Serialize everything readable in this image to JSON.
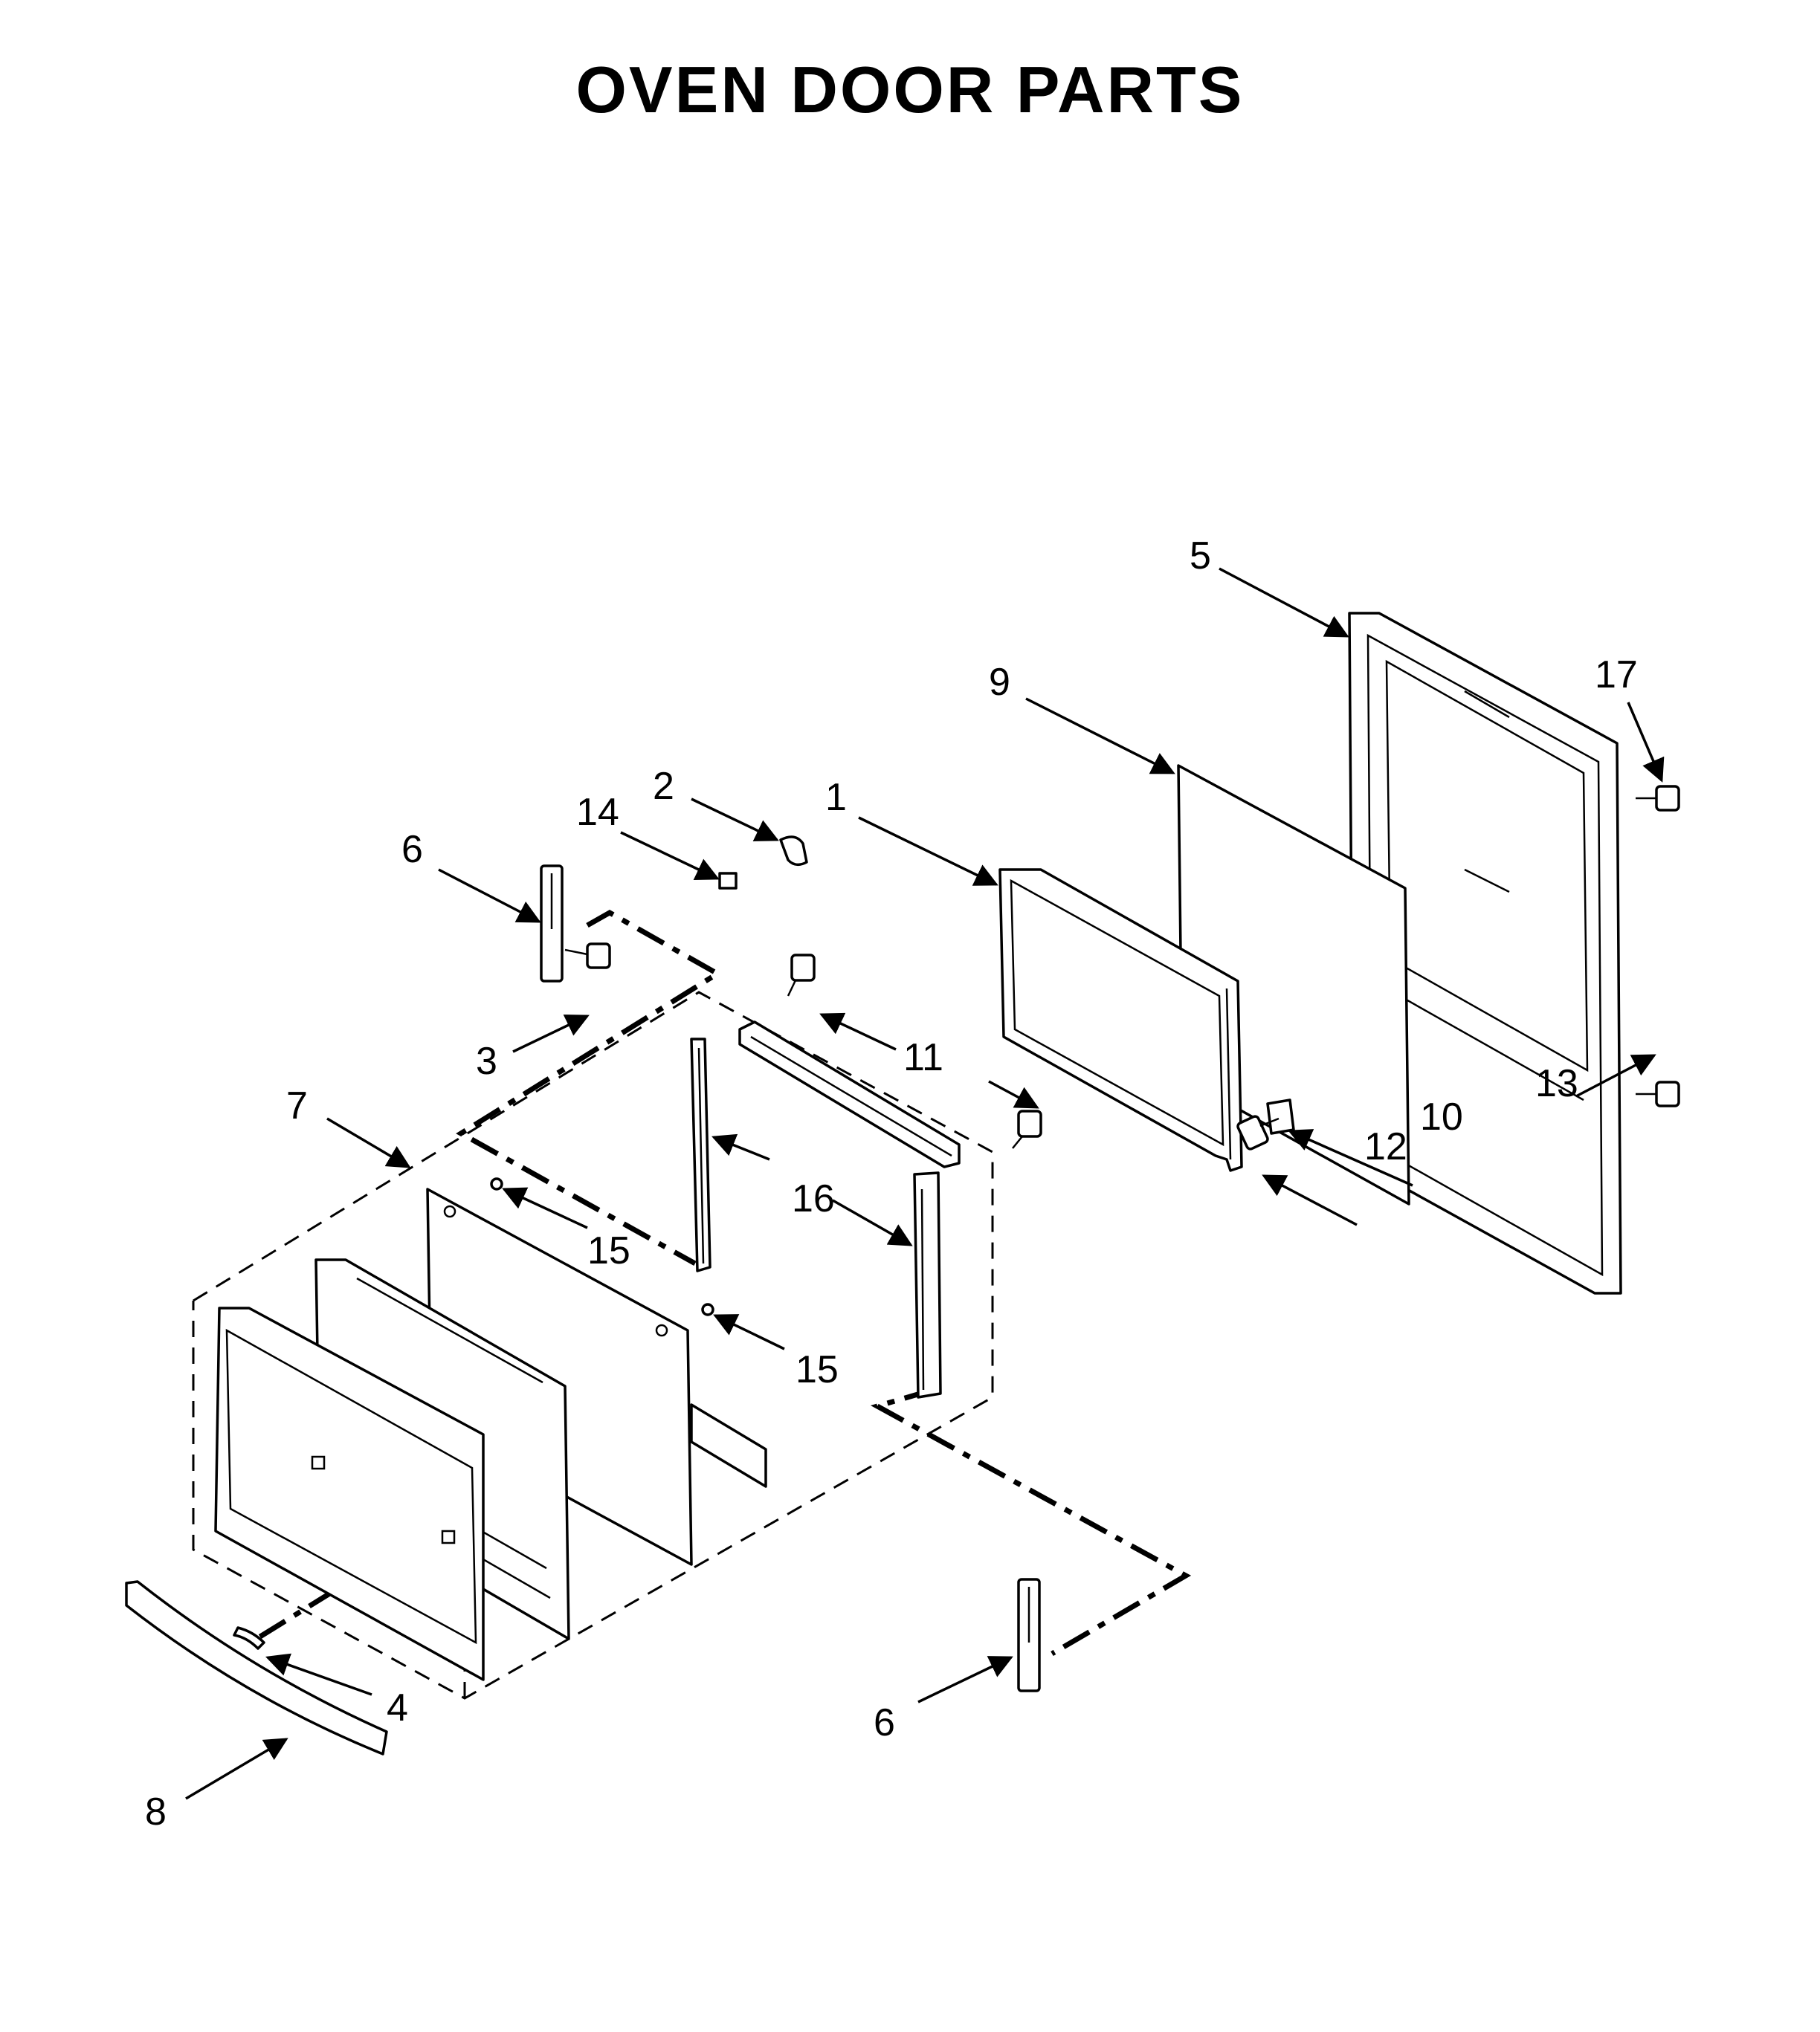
{
  "title": "OVEN DOOR PARTS",
  "callouts": {
    "c1": "1",
    "c2": "2",
    "c3": "3",
    "c4": "4",
    "c5": "5",
    "c6a": "6",
    "c6b": "6",
    "c7": "7",
    "c8": "8",
    "c9": "9",
    "c10": "10",
    "c11": "11",
    "c12": "12",
    "c13": "13",
    "c14": "14",
    "c15a": "15",
    "c15b": "15",
    "c16": "16",
    "c17": "17"
  }
}
